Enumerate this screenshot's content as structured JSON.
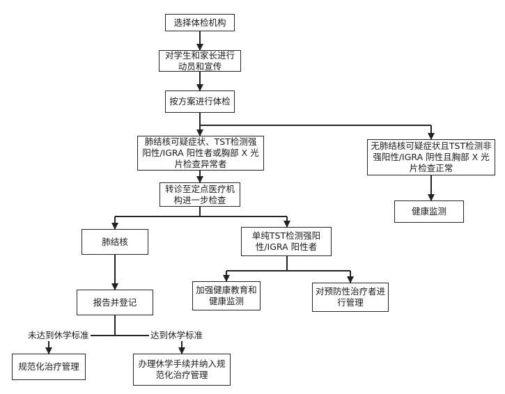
{
  "nodes": {
    "select_institution": "选择体检机构",
    "mobilize": "对学生和家长进行动员和宣传",
    "examine": "按方案进行体检",
    "suspected": "肺结核可疑症状、TST检测强阳性/IGRA 阳性者或胸部 X 光片检查异常者",
    "no_suspected": "无肺结核可疑症状且TST检测非强阳性/IGRA 阴性且胸部 X 光片检查正常",
    "health_monitor": "健康监测",
    "referral": "转诊至定点医疗机构进一步检查",
    "tb": "肺结核",
    "tst_only": "单纯TST检测强阳性/IGRA 阳性者",
    "report": "报告并登记",
    "education": "加强健康教育和健康监测",
    "preventive": "对预防性治疗者进行管理",
    "standard_treatment": "规范化治疗管理",
    "suspend_school": "办理休学手续并纳入规范化治疗管理"
  },
  "edge_labels": {
    "not_reached": "未达到休学标准",
    "reached": "达到休学标准"
  }
}
